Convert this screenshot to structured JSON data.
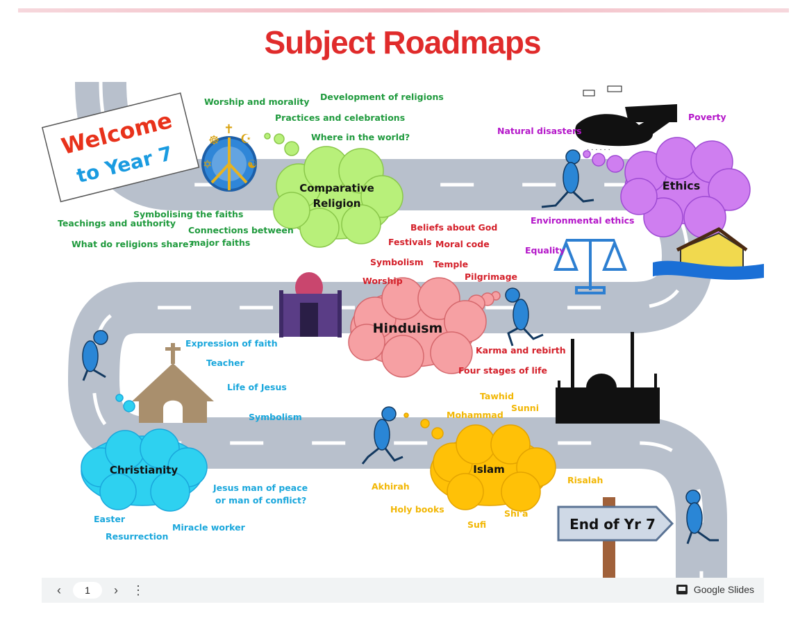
{
  "header": {
    "title": "Subject Roadmaps"
  },
  "welcome": {
    "line1": "Welcome",
    "line2": "to Year 7"
  },
  "clouds": {
    "comparative": "Comparative Religion",
    "ethics": "Ethics",
    "hinduism": "Hinduism",
    "christianity": "Christianity",
    "islam": "Islam"
  },
  "sign": {
    "end": "End of Yr 7"
  },
  "labels": {
    "comparative": [
      "Worship and morality",
      "Development of religions",
      "Practices and celebrations",
      "Where in the world?",
      "Symbolising  the faiths",
      "Teachings and authority",
      "Connections between",
      "major faiths",
      "What do religions share?"
    ],
    "ethics": [
      "Natural disasters",
      "Poverty",
      "Environmental ethics",
      "Equality"
    ],
    "hinduism": [
      "Beliefs about God",
      "Festivals",
      "Moral code",
      "Symbolism",
      "Temple",
      "Worship",
      "Pilgrimage",
      "Karma and rebirth",
      "Four stages of life"
    ],
    "christianity": [
      "Expression of faith",
      "Teacher",
      "Life of Jesus",
      "Symbolism",
      "Jesus man of peace",
      "or man of conflict?",
      "Easter",
      "Resurrection",
      "Miracle worker"
    ],
    "islam": [
      "Tawhid",
      "Sunni",
      "Mohammad",
      "Akhirah",
      "Risalah",
      "Holy books",
      "Shi'a",
      "Sufi"
    ]
  },
  "controls": {
    "page": "1",
    "prev": "‹",
    "next": "›",
    "more": "⋮",
    "app": "Google Slides"
  },
  "colors": {
    "title": "#e02b2b",
    "road": "#b8c0cc",
    "green": "#1f9a3d",
    "red": "#d4202a",
    "purple": "#b416c9",
    "blue": "#1aa7dc",
    "yellow": "#f2b705"
  }
}
